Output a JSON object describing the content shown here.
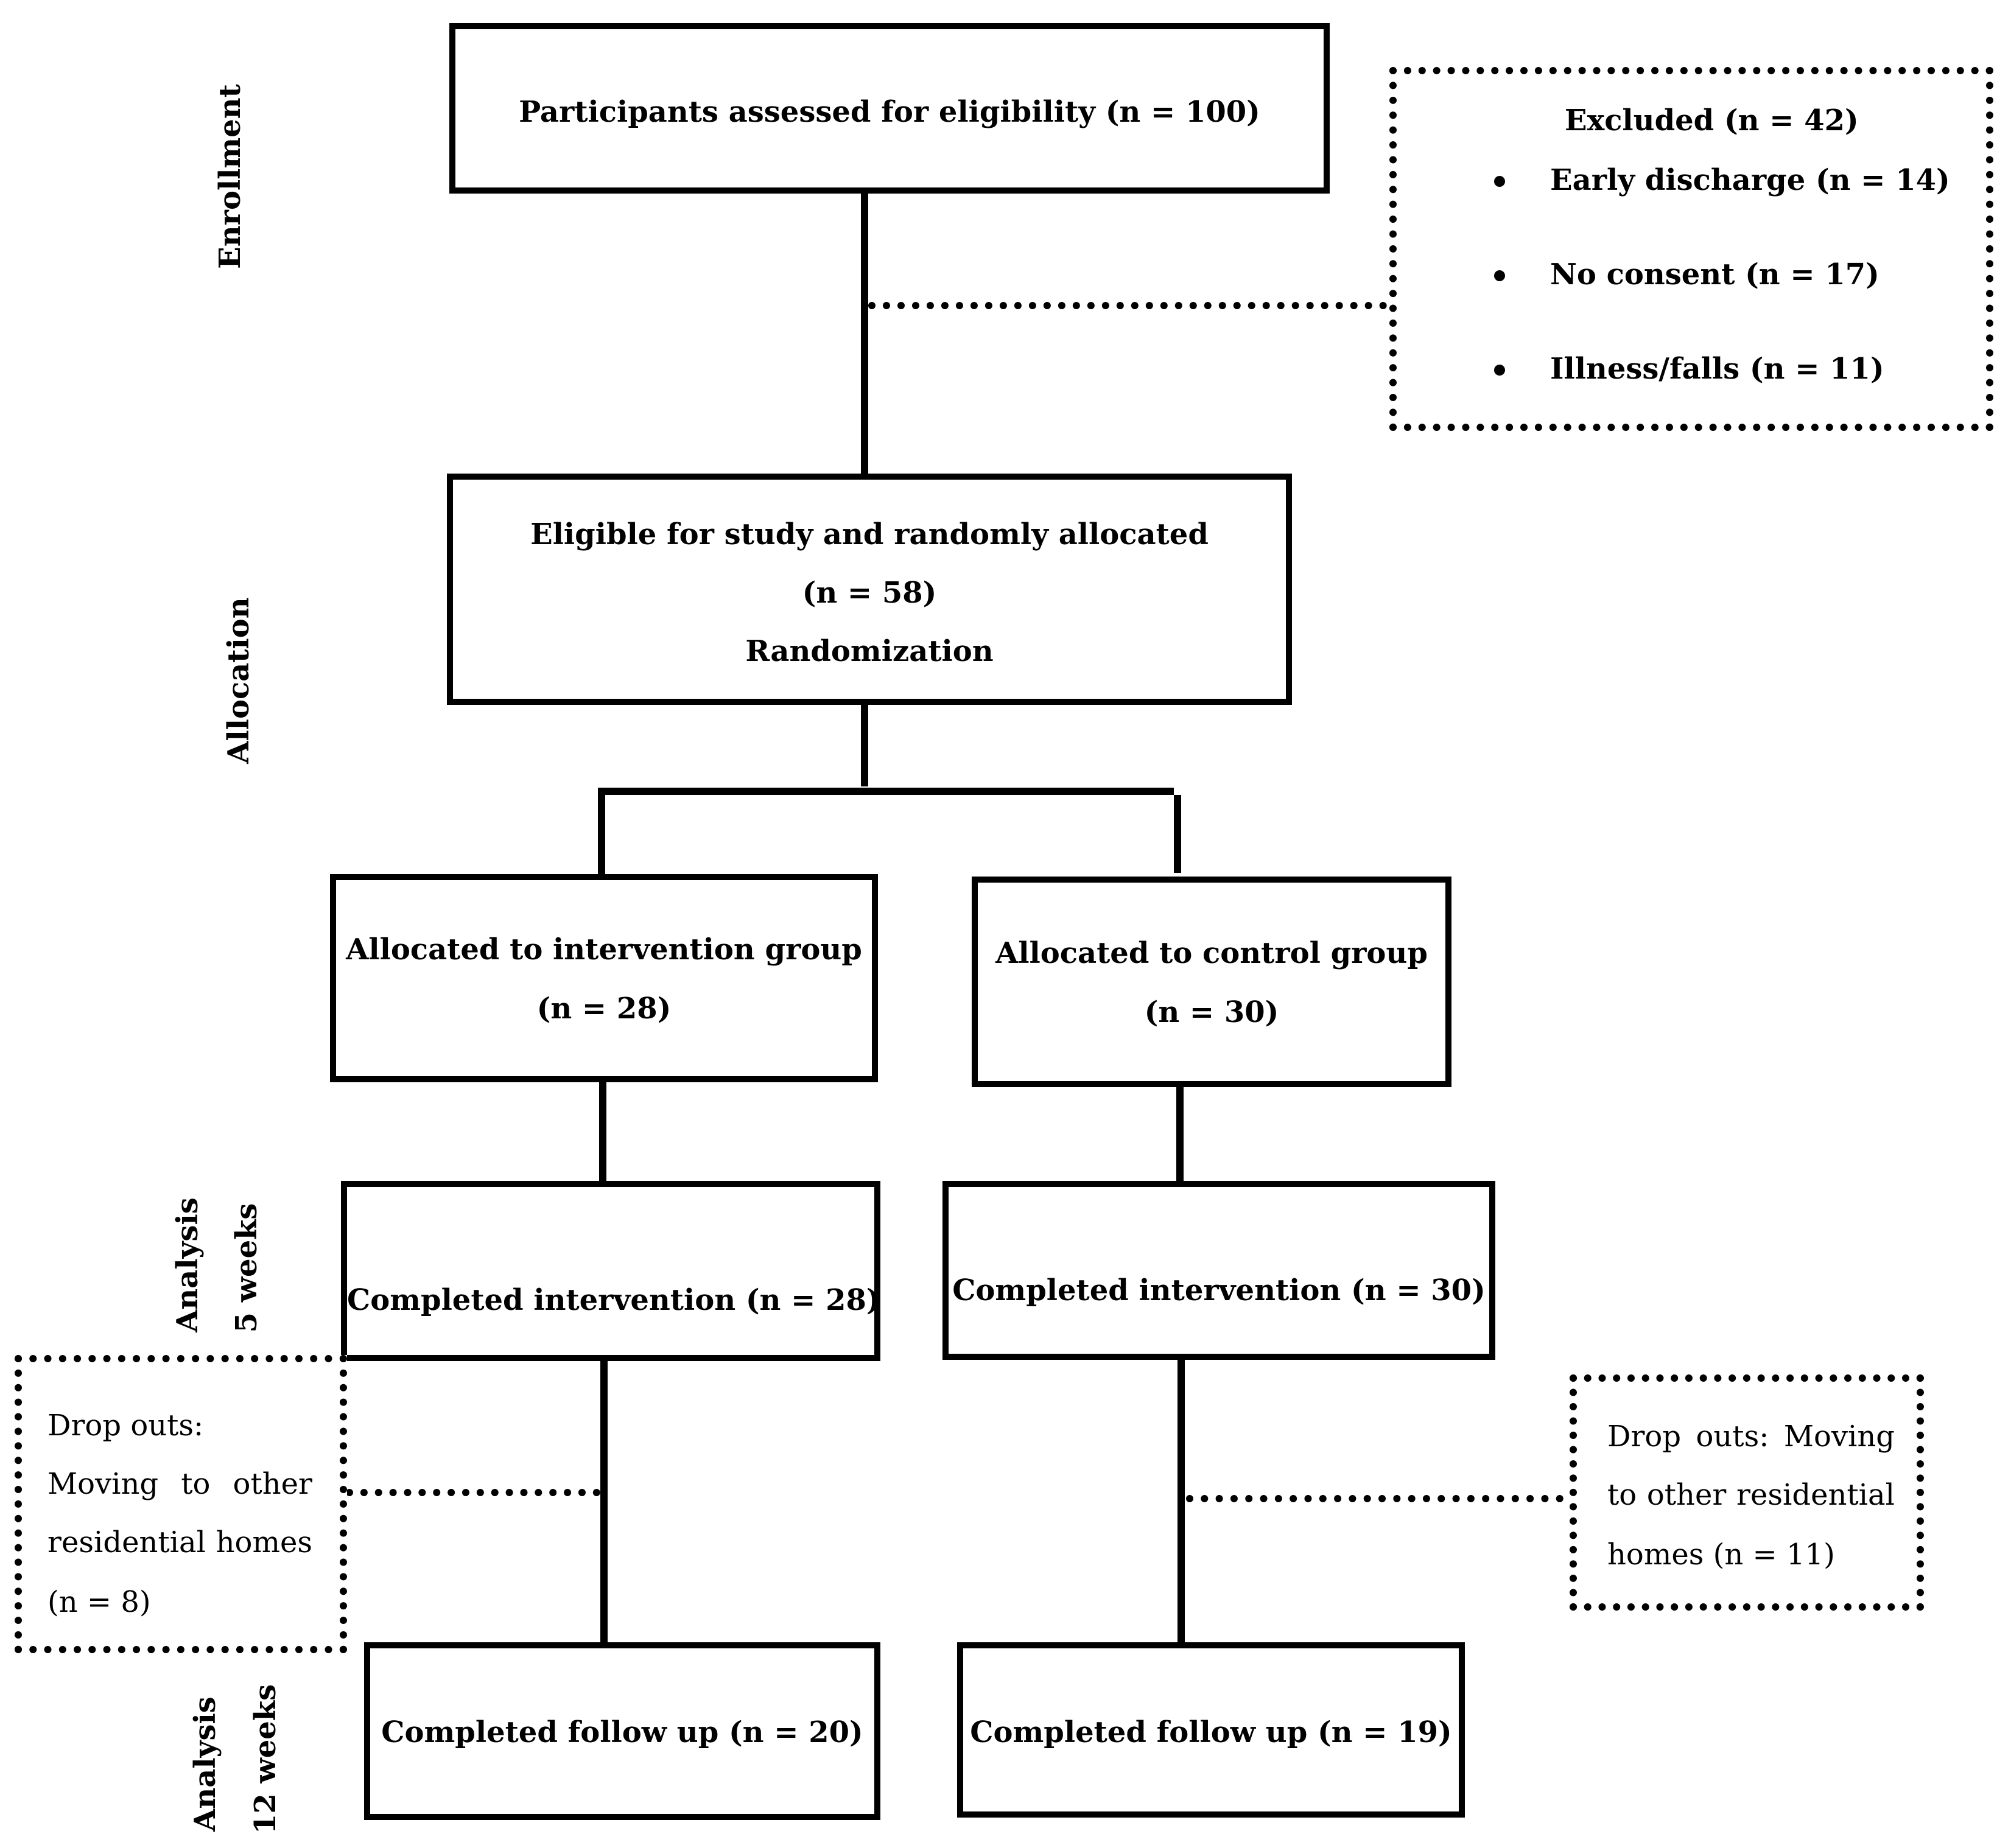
{
  "stages": {
    "enrollment": "Enrollment",
    "allocation": "Allocation",
    "analysis_5": {
      "line1": "Analysis",
      "line2": "5 weeks"
    },
    "analysis_12": {
      "line1": "Analysis",
      "line2": "12 weeks"
    }
  },
  "boxes": {
    "assessed": "Participants assessed for eligibility (n = 100)",
    "excluded": {
      "title": "Excluded (n = 42)",
      "items": [
        "Early discharge (n = 14)",
        "No consent (n = 17)",
        "Illness/falls (n = 11)"
      ]
    },
    "eligible": {
      "line1": "Eligible for study and randomly allocated",
      "line2": "(n = 58)",
      "line3": "Randomization"
    },
    "intervention_group": {
      "line1": "Allocated to intervention group",
      "line2": "(n = 28)"
    },
    "control_group": {
      "line1": "Allocated to control group",
      "line2": "(n = 30)"
    },
    "completed_intervention_left": "Completed intervention (n = 28)",
    "completed_intervention_right": "Completed intervention (n = 30)",
    "dropouts_left": {
      "line1": "Drop outs:",
      "line2": "Moving to other",
      "line3": "residential homes",
      "line4": "(n = 8)"
    },
    "dropouts_right": {
      "line1": "Drop outs: Moving",
      "line2": "to other residential",
      "line3": "homes (n = 11)"
    },
    "followup_left": "Completed follow up (n = 20)",
    "followup_right": "Completed follow up (n = 19)"
  }
}
